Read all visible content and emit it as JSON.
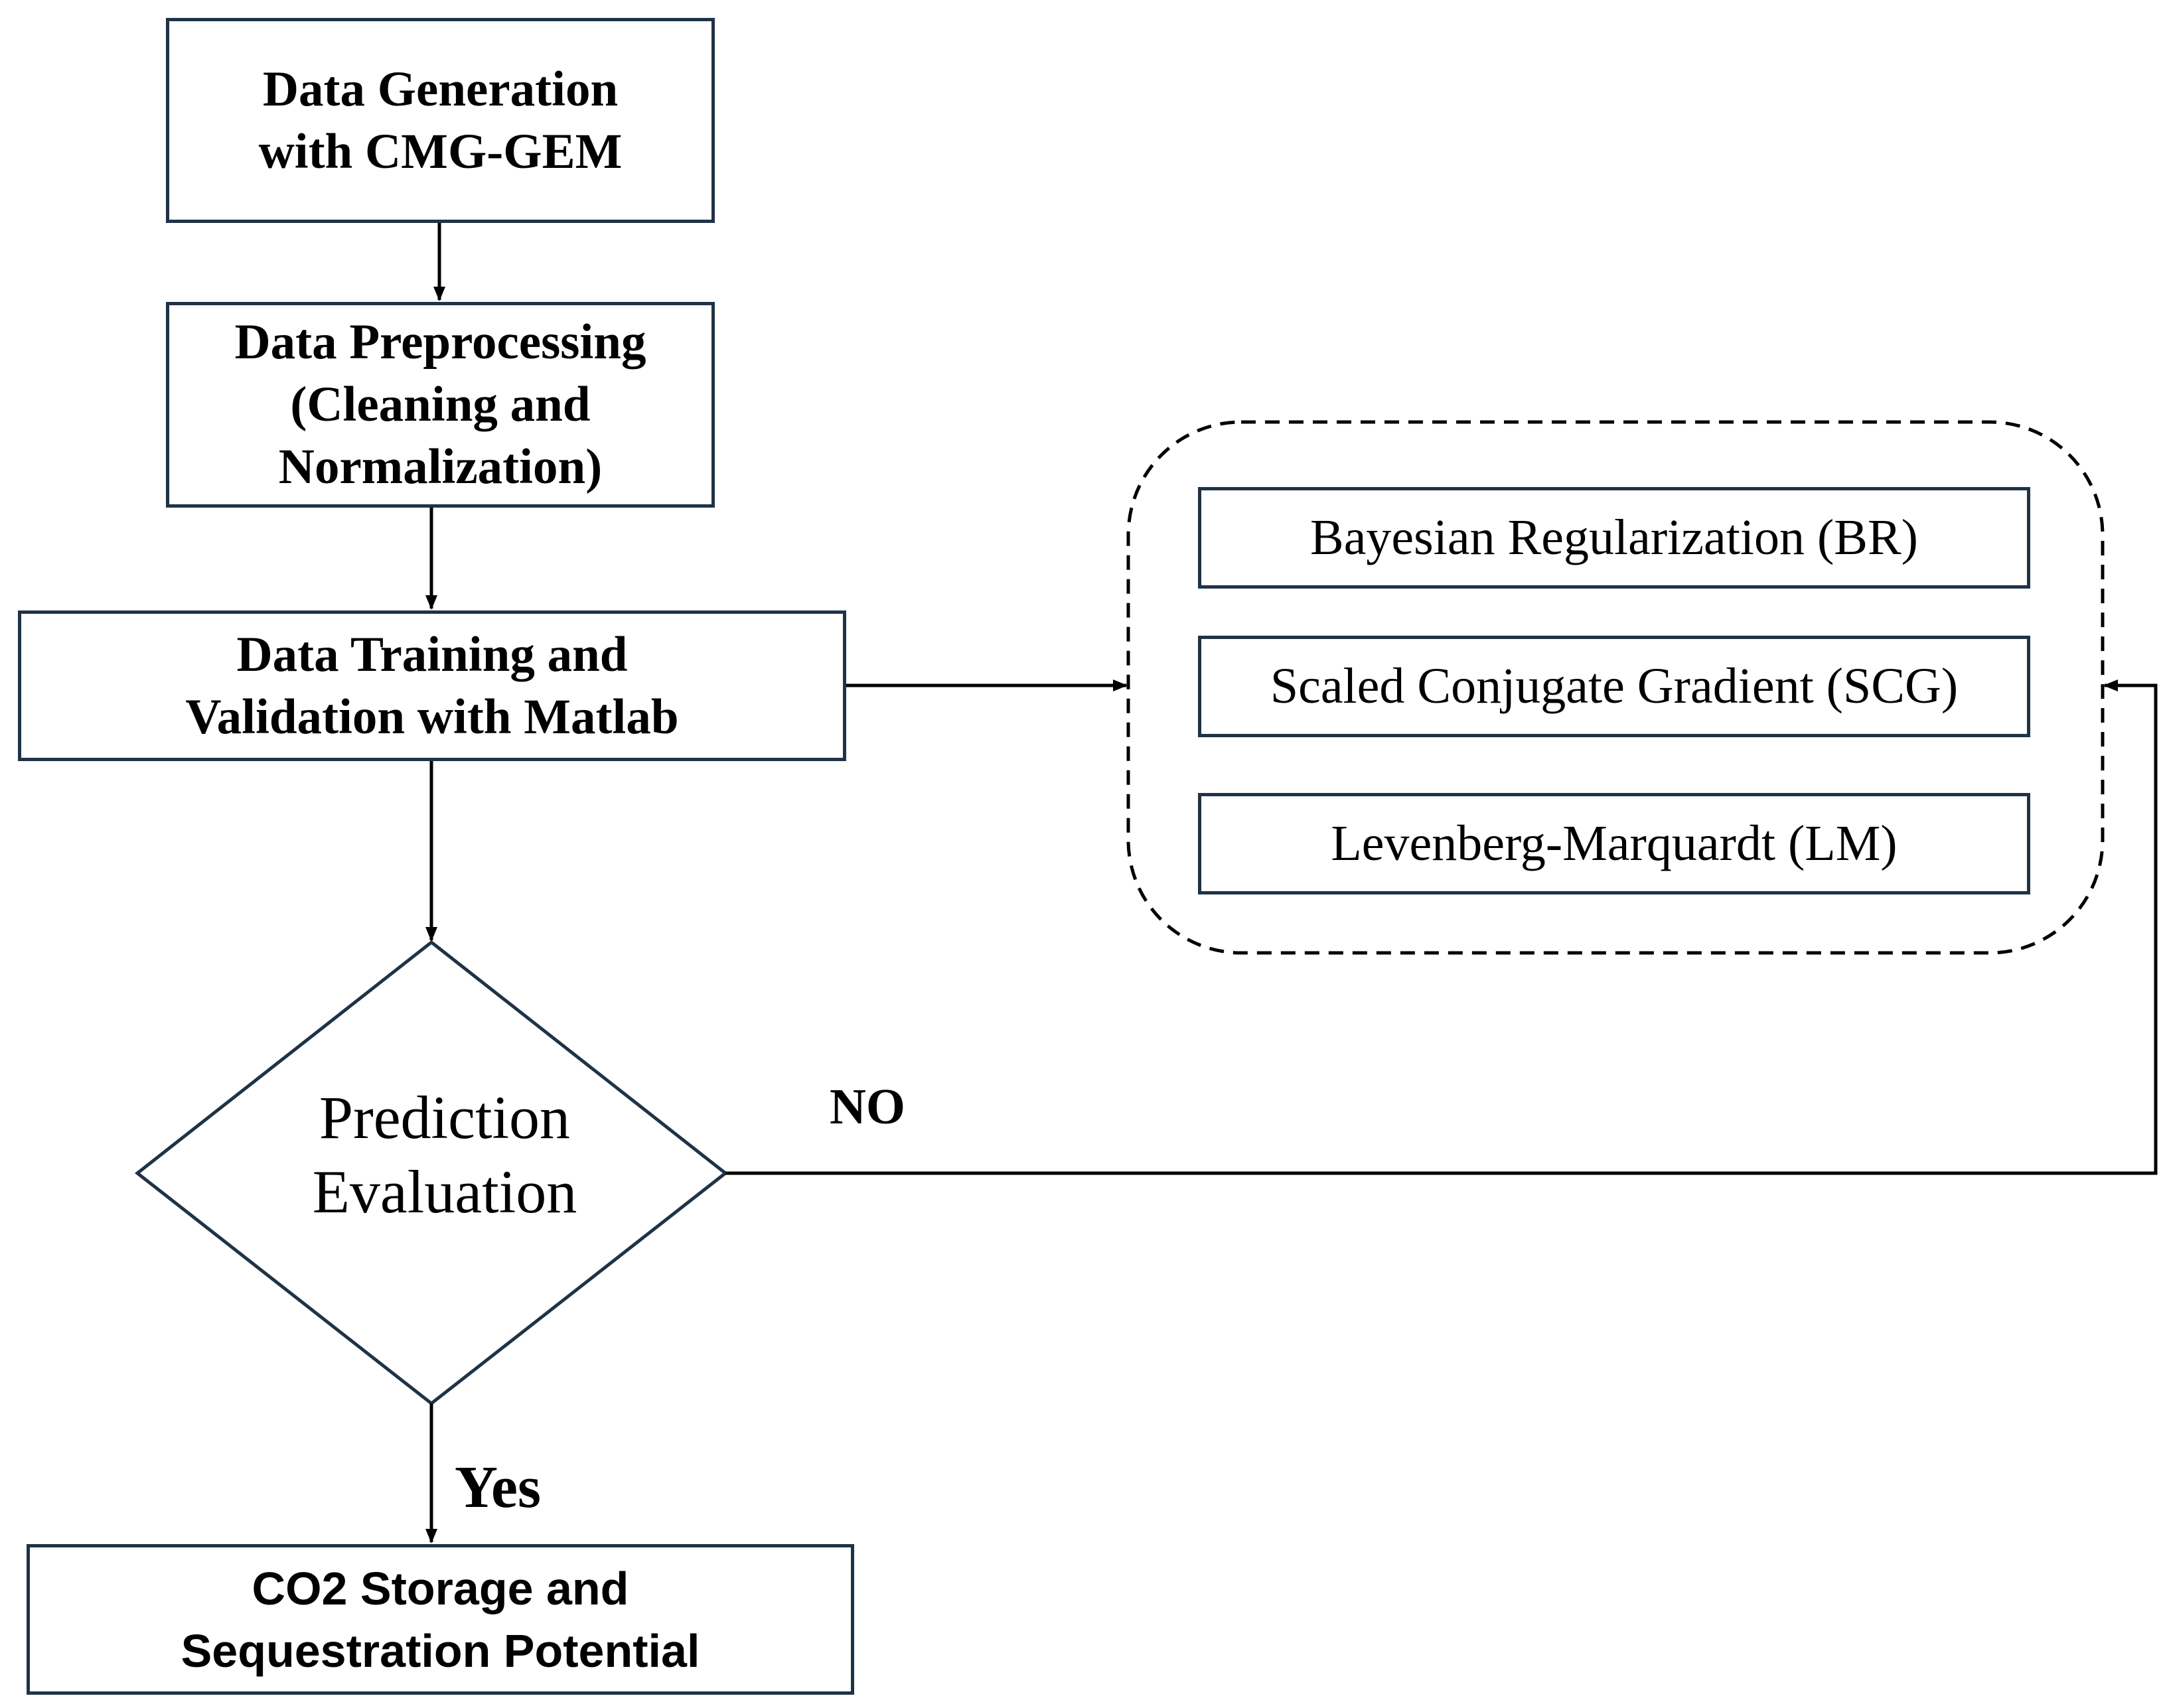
{
  "flow": {
    "data_generation": "Data Generation\nwith CMG-GEM",
    "data_preprocessing": "Data Preprocessing\n(Cleaning and\nNormalization)",
    "data_training": "Data Training and\nValidation with Matlab",
    "prediction_evaluation": "Prediction\nEvaluation",
    "co2_storage": "CO2 Storage and\nSequestration Potential"
  },
  "algorithms": [
    "Bayesian Regularization (BR)",
    "Scaled Conjugate Gradient (SCG)",
    "Levenberg-Marquardt (LM)"
  ],
  "edges": {
    "no_label": "NO",
    "yes_label": "Yes"
  },
  "colors": {
    "box_border": "#1f3347",
    "line": "#000000"
  }
}
